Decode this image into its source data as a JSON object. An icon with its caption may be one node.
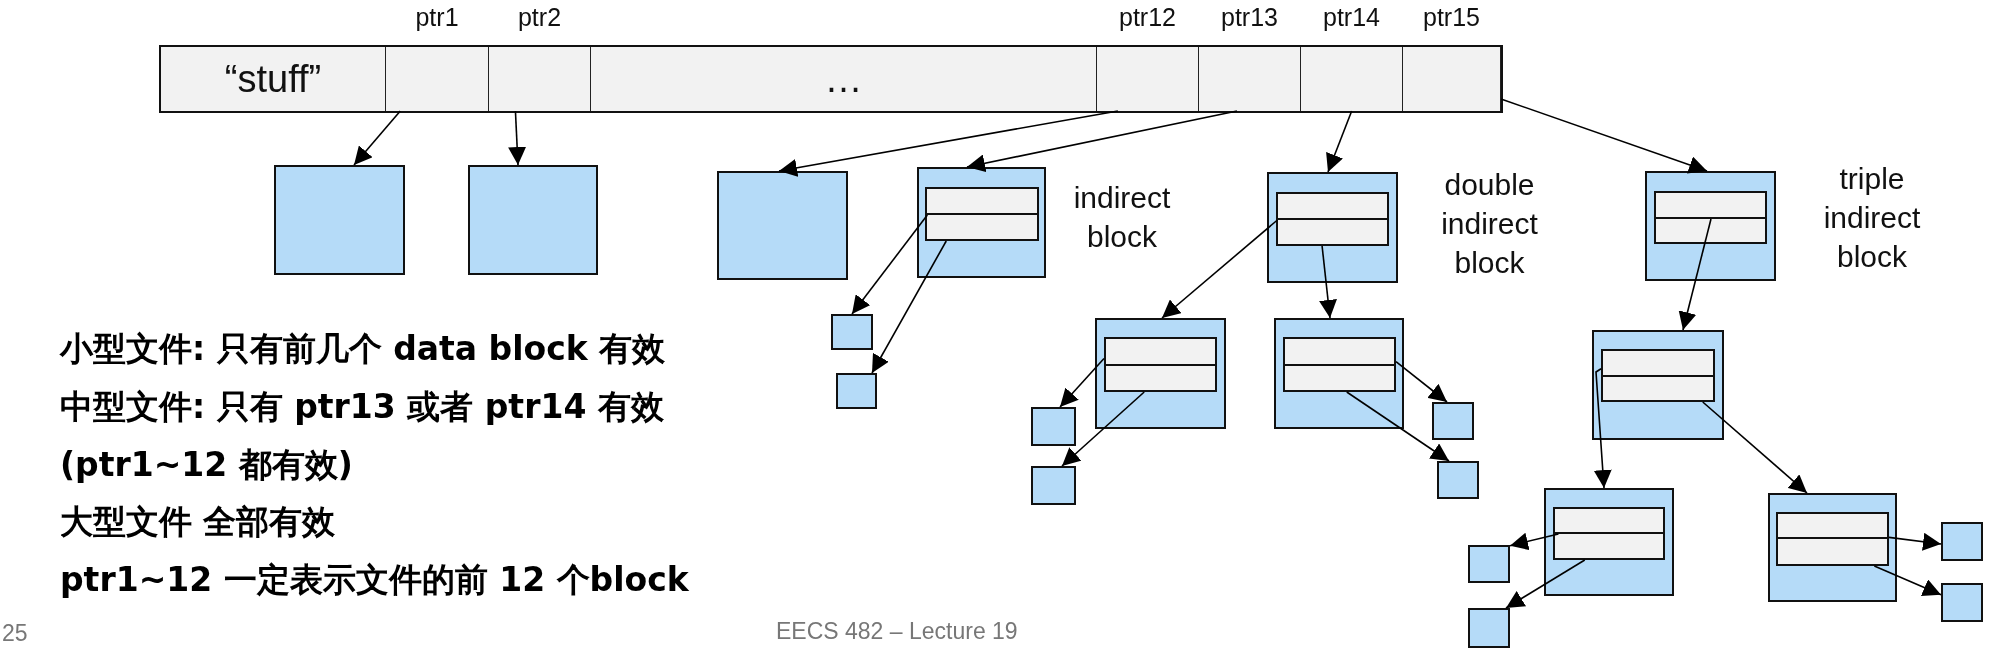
{
  "diagram": {
    "nodes": [
      {
        "text": [],
        "shape": "box"
      },
      {
        "text": [
          "“stuff”"
        ],
        "in": 0
      },
      {
        "text": [
          "ptr1"
        ],
        "in": 0
      },
      {
        "text": [
          "ptr2"
        ],
        "in": 0
      },
      {
        "text": [
          "…"
        ],
        "in": 0
      },
      {
        "text": [
          "ptr12"
        ],
        "in": 0
      },
      {
        "text": [
          "ptr13"
        ],
        "in": 0
      },
      {
        "text": [
          "ptr14"
        ],
        "in": 0
      },
      {
        "text": [
          "ptr15"
        ],
        "in": 0
      },
      {
        "text": [],
        "shape": "box"
      },
      {
        "text": [],
        "shape": "box"
      },
      {
        "text": [],
        "shape": "box"
      },
      {
        "text": [],
        "shape": "box",
        "beside": [
          "indirect block"
        ]
      },
      {
        "text": [],
        "shape": "box",
        "in": 12
      },
      {
        "text": [],
        "shape": "box",
        "in": 12
      },
      {
        "text": [],
        "shape": "box"
      },
      {
        "text": [],
        "shape": "box"
      },
      {
        "text": [],
        "shape": "box",
        "beside": [
          "double indirect block"
        ]
      },
      {
        "text": [],
        "shape": "box",
        "in": 17
      },
      {
        "text": [],
        "shape": "box",
        "in": 17
      },
      {
        "text": [],
        "shape": "box"
      },
      {
        "text": [],
        "shape": "box",
        "in": 20
      },
      {
        "text": [],
        "shape": "box",
        "in": 20
      },
      {
        "text": [],
        "shape": "box"
      },
      {
        "text": [],
        "shape": "box",
        "in": 23
      },
      {
        "text": [],
        "shape": "box",
        "in": 23
      },
      {
        "text": [],
        "shape": "box"
      },
      {
        "text": [],
        "shape": "box"
      },
      {
        "text": [],
        "shape": "box"
      },
      {
        "text": [],
        "shape": "box"
      },
      {
        "text": [],
        "shape": "box",
        "beside": [
          "triple indirect block"
        ]
      },
      {
        "text": [],
        "shape": "box",
        "in": 30
      },
      {
        "text": [],
        "shape": "box",
        "in": 30
      },
      {
        "text": [],
        "shape": "box"
      },
      {
        "text": [],
        "shape": "box",
        "in": 33
      },
      {
        "text": [],
        "shape": "box",
        "in": 33
      },
      {
        "text": [],
        "shape": "box"
      },
      {
        "text": [],
        "shape": "box",
        "in": 36
      },
      {
        "text": [],
        "shape": "box",
        "in": 36
      },
      {
        "text": [],
        "shape": "box"
      },
      {
        "text": [],
        "shape": "box",
        "in": 39
      },
      {
        "text": [],
        "shape": "box",
        "in": 39
      },
      {
        "text": [],
        "shape": "box"
      },
      {
        "text": [],
        "shape": "box"
      },
      {
        "text": [],
        "shape": "box"
      },
      {
        "text": [],
        "shape": "box"
      }
    ],
    "edges": [
      {
        "from": 2,
        "to": 9,
        "arrow": "to"
      },
      {
        "from": 3,
        "to": 10,
        "arrow": "to"
      },
      {
        "from": 5,
        "to": 11,
        "arrow": "to"
      },
      {
        "from": 6,
        "to": 12,
        "arrow": "to"
      },
      {
        "from": 7,
        "to": 17,
        "arrow": "to"
      },
      {
        "from": 8,
        "to": 30,
        "arrow": "to"
      },
      {
        "from": 13,
        "to": 15,
        "arrow": "to"
      },
      {
        "from": 14,
        "to": 16,
        "arrow": "to"
      },
      {
        "from": 18,
        "to": 20,
        "arrow": "to"
      },
      {
        "from": 19,
        "to": 23,
        "arrow": "to"
      },
      {
        "from": 21,
        "to": 26,
        "arrow": "to"
      },
      {
        "from": 22,
        "to": 27,
        "arrow": "to"
      },
      {
        "from": 24,
        "to": 28,
        "arrow": "to"
      },
      {
        "from": 25,
        "to": 29,
        "arrow": "to"
      },
      {
        "from": 31,
        "to": 33,
        "arrow": "to"
      },
      {
        "from": 34,
        "to": 36,
        "arrow": "to"
      },
      {
        "from": 35,
        "to": 39,
        "arrow": "to"
      },
      {
        "from": 37,
        "to": 42,
        "arrow": "to"
      },
      {
        "from": 38,
        "to": 43,
        "arrow": "to"
      },
      {
        "from": 40,
        "to": 44,
        "arrow": "to"
      },
      {
        "from": 41,
        "to": 45,
        "arrow": "to"
      }
    ],
    "labels": [
      "小型文件: 只有前几个 data block 有效",
      "中型文件: 只有 ptr13 或者 ptr14 有效",
      "(ptr1~12 都有效)",
      "大型文件 全部有效",
      "ptr1~12 一定表示文件的前 12 个block",
      "25",
      "EECS 482 – Lecture 19"
    ]
  }
}
